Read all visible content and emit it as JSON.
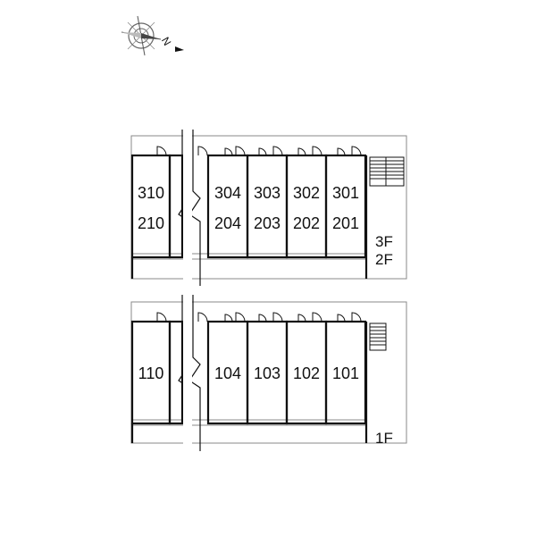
{
  "compass": {
    "north_label": "N",
    "icon": "compass-rose-icon"
  },
  "upper_block": {
    "floor_labels": [
      "3F",
      "2F"
    ],
    "units": [
      {
        "top": "310",
        "bottom": "210"
      },
      {
        "top": "304",
        "bottom": "204"
      },
      {
        "top": "303",
        "bottom": "203"
      },
      {
        "top": "302",
        "bottom": "202"
      },
      {
        "top": "301",
        "bottom": "201"
      }
    ]
  },
  "lower_block": {
    "floor_labels": [
      "1F"
    ],
    "units": [
      {
        "top": "110"
      },
      {
        "top": "104"
      },
      {
        "top": "103"
      },
      {
        "top": "102"
      },
      {
        "top": "101"
      }
    ]
  },
  "colors": {
    "line": "#111111",
    "light_line": "#888888",
    "background": "#ffffff"
  }
}
